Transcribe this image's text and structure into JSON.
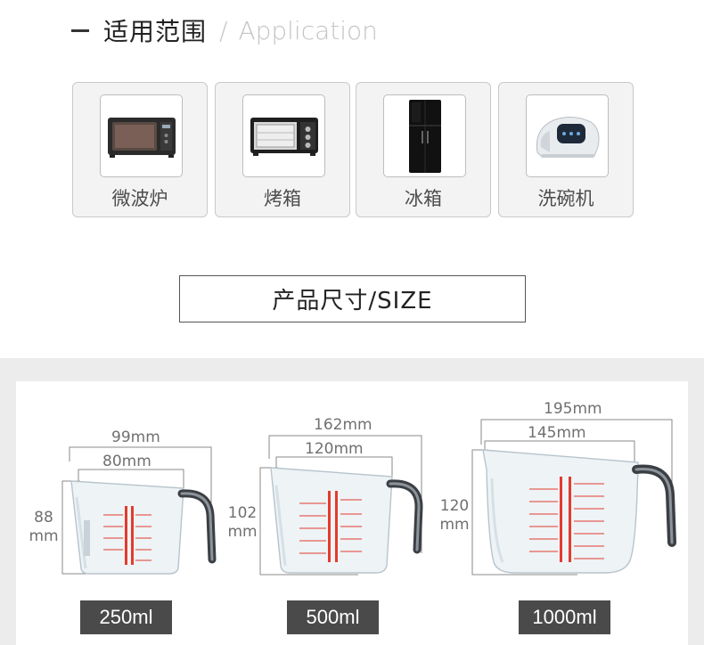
{
  "header": {
    "title_cn": "适用范围",
    "slash": "/",
    "title_en": "Application"
  },
  "appliances": [
    {
      "label": "微波炉",
      "icon": "microwave-icon"
    },
    {
      "label": "烤箱",
      "icon": "oven-icon"
    },
    {
      "label": "冰箱",
      "icon": "fridge-icon"
    },
    {
      "label": "洗碗机",
      "icon": "dishwasher-icon"
    }
  ],
  "size_title": "产品尺寸/SIZE",
  "cups": [
    {
      "capacity": "250ml",
      "outer_width": "99mm",
      "inner_width": "80mm",
      "height_value": "88",
      "height_unit": "mm"
    },
    {
      "capacity": "500ml",
      "outer_width": "162mm",
      "inner_width": "120mm",
      "height_value": "102",
      "height_unit": "mm"
    },
    {
      "capacity": "1000ml",
      "outer_width": "195mm",
      "inner_width": "145mm",
      "height_value": "120",
      "height_unit": "mm"
    }
  ],
  "colors": {
    "measure_red": "#e23b2e",
    "caption_bg": "#4a4a4a",
    "band_bg": "#ececec"
  }
}
